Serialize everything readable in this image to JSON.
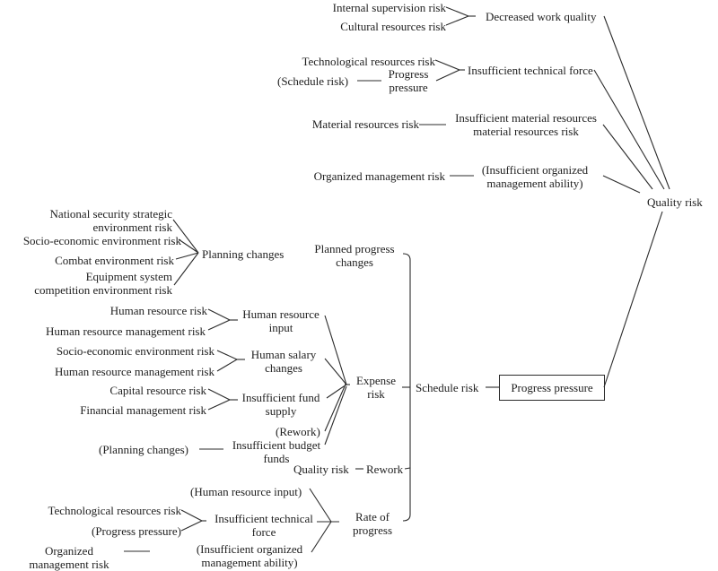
{
  "quality_branch": {
    "internal_supervision_risk": "Internal supervision risk",
    "cultural_resources_risk": "Cultural resources risk",
    "decreased_work_quality": "Decreased work quality",
    "technological_resources_risk": "Technological resources risk",
    "schedule_risk_ref": "(Schedule risk)",
    "progress_pressure_l1": "Progress",
    "progress_pressure_l2": "pressure",
    "insufficient_technical_force": "Insufficient technical force",
    "material_resources_risk": "Material resources risk",
    "insufficient_material_l1": "Insufficient material resources",
    "insufficient_material_l2": "material resources risk",
    "organized_management_risk": "Organized management risk",
    "insufficient_org_l1": "(Insufficient organized",
    "insufficient_org_l2": "management ability)",
    "quality_risk": "Quality risk"
  },
  "planning_branch": {
    "national_security_l1": "National security strategic",
    "national_security_l2": "environment risk",
    "socio_economic_env_risk": "Socio-economic environment risk",
    "combat_env_risk": "Combat environment risk",
    "equipment_l1": "Equipment system",
    "equipment_l2": "competition environment risk",
    "planning_changes": "Planning changes",
    "planned_progress_l1": "Planned progress",
    "planned_progress_l2": "changes"
  },
  "expense_branch": {
    "human_resource_risk": "Human resource risk",
    "hr_mgmt_risk_1": "Human resource management risk",
    "human_resource_input_l1": "Human resource",
    "human_resource_input_l2": "input",
    "socio_economic_env_risk": "Socio-economic environment risk",
    "hr_mgmt_risk_2": "Human resource management risk",
    "human_salary_l1": "Human salary",
    "human_salary_l2": "changes",
    "capital_resource_risk": "Capital resource risk",
    "financial_mgmt_risk": "Financial management risk",
    "insufficient_fund_l1": "Insufficient fund",
    "insufficient_fund_l2": "supply",
    "rework_ref": "(Rework)",
    "planning_changes_ref": "(Planning changes)",
    "insufficient_budget_l1": "Insufficient budget",
    "insufficient_budget_l2": "funds",
    "expense_risk_l1": "Expense",
    "expense_risk_l2": "risk"
  },
  "rework_branch": {
    "quality_risk": "Quality risk",
    "rework": "Rework"
  },
  "rate_branch": {
    "human_resource_input_ref": "(Human resource input)",
    "technological_resources_risk": "Technological resources risk",
    "progress_pressure_ref": "(Progress pressure)",
    "insufficient_tech_l1": "Insufficient technical",
    "insufficient_tech_l2": "force",
    "organized_mgmt_l1": "Organized",
    "organized_mgmt_l2": "management risk",
    "insufficient_org_l1": "(Insufficient organized",
    "insufficient_org_l2": "management ability)",
    "rate_l1": "Rate of",
    "rate_l2": "progress"
  },
  "core": {
    "schedule_risk": "Schedule risk",
    "progress_pressure": "Progress pressure"
  }
}
